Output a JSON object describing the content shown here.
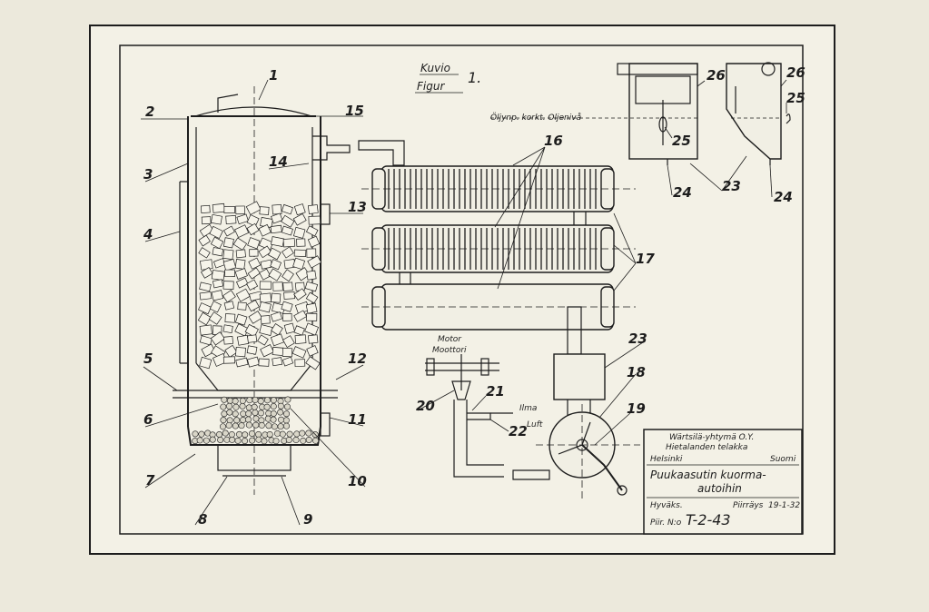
{
  "title": {
    "line1": "Kuvio",
    "number": "1.",
    "line2": "Figur"
  },
  "oil_level_label": "Öljynp. korkt. Oljenivå",
  "motor_label": {
    "fi": "Motor",
    "sv": "Moottori"
  },
  "air_label": {
    "fi": "Ilma",
    "sv": "Luft"
  },
  "part_numbers": [
    "1",
    "2",
    "3",
    "4",
    "5",
    "6",
    "7",
    "8",
    "9",
    "10",
    "11",
    "12",
    "13",
    "14",
    "15",
    "16",
    "17",
    "18",
    "19",
    "20",
    "21",
    "22",
    "23",
    "24",
    "25",
    "26"
  ],
  "title_block": {
    "company": "Wärtsilä-yhtymä O.Y.",
    "works": "Hietalanden telakka",
    "city": "Helsinki",
    "country": "Suomi",
    "subject_line1": "Puukaasutin kuorma-",
    "subject_line2": "autoihin",
    "approved_label": "Hyväks.",
    "date_label": "Piirräys",
    "date_value": "19-1-32",
    "drawing_no_label": "Piir. N:o",
    "drawing_no_value": "T-2-43"
  }
}
